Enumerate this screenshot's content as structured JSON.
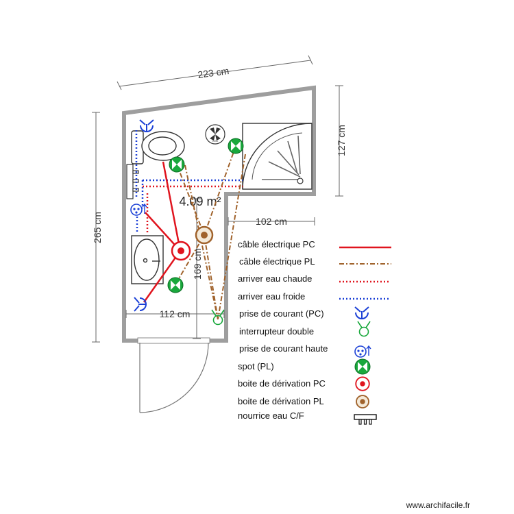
{
  "dimensions": {
    "top": "223 cm",
    "left": "265 cm",
    "right_upper": "127 cm",
    "notch": "102 cm",
    "bottom": "112 cm",
    "inner": "169 cm"
  },
  "area": "4.09 m²",
  "legend": [
    {
      "label": "câble électrique PC",
      "symbol": "red-solid-line"
    },
    {
      "label": "câble électrique PL",
      "symbol": "brown-dashdot-line"
    },
    {
      "label": "arriver eau chaude",
      "symbol": "red-dotted-line"
    },
    {
      "label": "arriver eau froide",
      "symbol": "blue-dotted-line"
    },
    {
      "label": "prise de courant (PC)",
      "symbol": "outlet-icon"
    },
    {
      "label": "interrupteur double",
      "symbol": "double-switch-icon"
    },
    {
      "label": "prise de courant haute",
      "symbol": "high-outlet-icon"
    },
    {
      "label": "spot (PL)",
      "symbol": "spot-icon"
    },
    {
      "label": "boite de dérivation PC",
      "symbol": "junction-box-pc-icon"
    },
    {
      "label": "boite de dérivation PL",
      "symbol": "junction-box-pl-icon"
    },
    {
      "label": "nourrice eau C/F",
      "symbol": "manifold-icon"
    }
  ],
  "vmc_label": "VMC",
  "watermark": "www.archifacile.fr",
  "colors": {
    "wall": "#9e9e9e",
    "pc_cable": "#e0141e",
    "pl_cable": "#a0622b",
    "hot_water": "#e0141e",
    "cold_water": "#1a3fd6",
    "spot": "#19a83c",
    "fixture_blue": "#1a3fd6"
  }
}
